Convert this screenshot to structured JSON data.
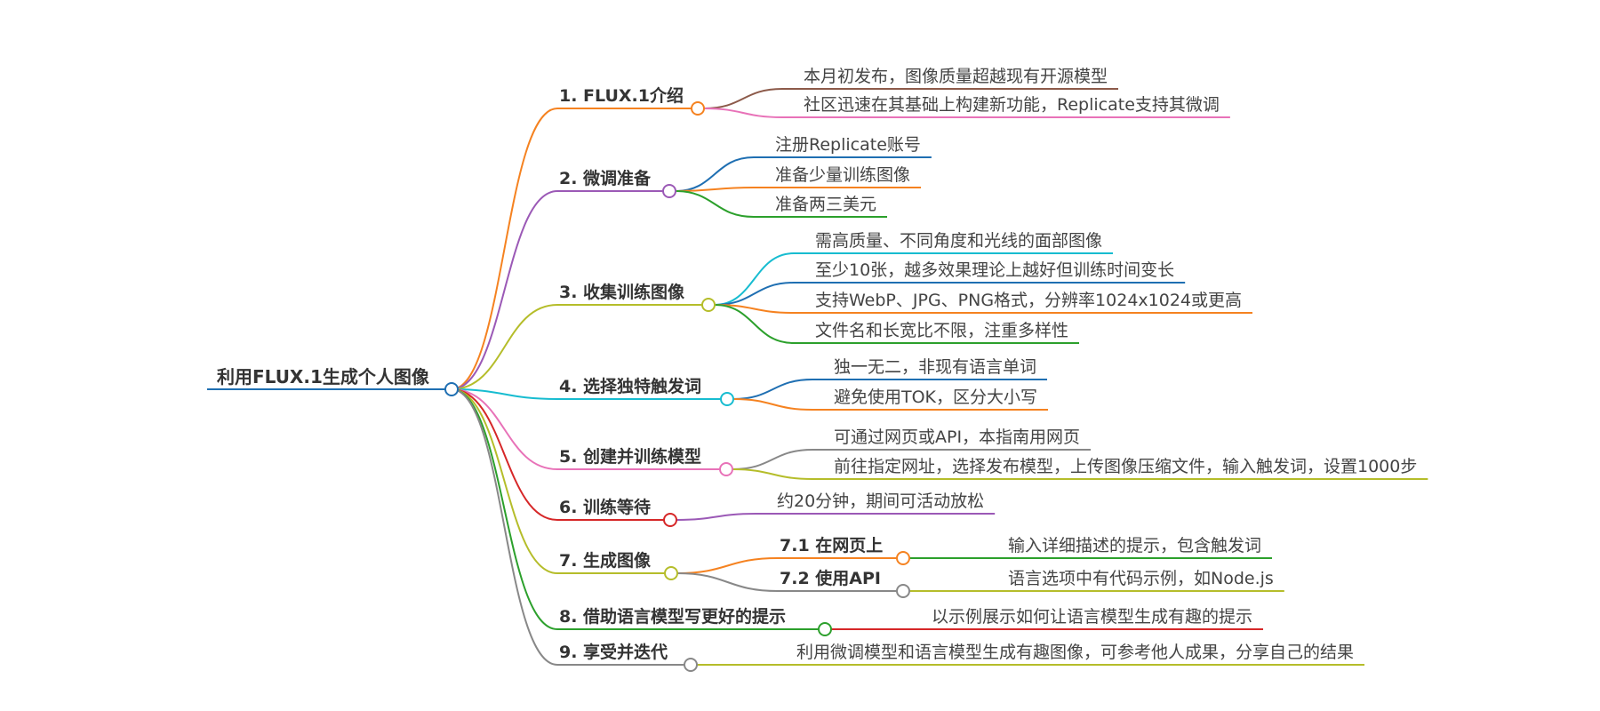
{
  "root": {
    "label": "利用FLUX.1生成个人图像",
    "color": "#1f6fb2"
  },
  "branches": [
    {
      "label": "1. FLUX.1介绍",
      "color": "#f58220",
      "children": [
        {
          "label": "本月初发布，图像质量超越现有开源模型",
          "color": "#8c5a4a"
        },
        {
          "label": "社区迅速在其基础上构建新功能，Replicate支持其微调",
          "color": "#e872b8"
        }
      ]
    },
    {
      "label": "2. 微调准备",
      "color": "#9b59b6",
      "children": [
        {
          "label": "注册Replicate账号",
          "color": "#1f6fb2"
        },
        {
          "label": "准备少量训练图像",
          "color": "#f58220"
        },
        {
          "label": "准备两三美元",
          "color": "#2ca02c"
        }
      ]
    },
    {
      "label": "3. 收集训练图像",
      "color": "#b5bd2a",
      "children": [
        {
          "label": "需高质量、不同角度和光线的面部图像",
          "color": "#17bcd0"
        },
        {
          "label": "至少10张，越多效果理论上越好但训练时间变长",
          "color": "#1f6fb2"
        },
        {
          "label": "支持WebP、JPG、PNG格式，分辨率1024x1024或更高",
          "color": "#f58220"
        },
        {
          "label": "文件名和长宽比不限，注重多样性",
          "color": "#2ca02c"
        }
      ]
    },
    {
      "label": "4. 选择独特触发词",
      "color": "#17bcd0",
      "children": [
        {
          "label": "独一无二，非现有语言单词",
          "color": "#1f6fb2"
        },
        {
          "label": "避免使用TOK，区分大小写",
          "color": "#f58220"
        }
      ]
    },
    {
      "label": "5. 创建并训练模型",
      "color": "#e872b8",
      "children": [
        {
          "label": "可通过网页或API，本指南用网页",
          "color": "#888888"
        },
        {
          "label": "前往指定网址，选择发布模型，上传图像压缩文件，输入触发词，设置1000步",
          "color": "#b5bd2a"
        }
      ]
    },
    {
      "label": "6. 训练等待",
      "color": "#d62728",
      "children": [
        {
          "label": "约20分钟，期间可活动放松",
          "color": "#9b59b6"
        }
      ]
    },
    {
      "label": "7. 生成图像",
      "color": "#b5bd2a",
      "children": [
        {
          "label": "7.1 在网页上",
          "color": "#f58220",
          "children": [
            {
              "label": "输入详细描述的提示，包含触发词",
              "color": "#2ca02c"
            }
          ]
        },
        {
          "label": "7.2 使用API",
          "color": "#888888",
          "children": [
            {
              "label": "语言选项中有代码示例，如Node.js",
              "color": "#b5bd2a"
            }
          ]
        }
      ]
    },
    {
      "label": "8. 借助语言模型写更好的提示",
      "color": "#2ca02c",
      "children": [
        {
          "label": "以示例展示如何让语言模型生成有趣的提示",
          "color": "#d62728"
        }
      ]
    },
    {
      "label": "9. 享受并迭代",
      "color": "#888888",
      "children": [
        {
          "label": "利用微调模型和语言模型生成有趣图像，可参考他人成果，分享自己的结果",
          "color": "#b5bd2a"
        }
      ]
    }
  ]
}
